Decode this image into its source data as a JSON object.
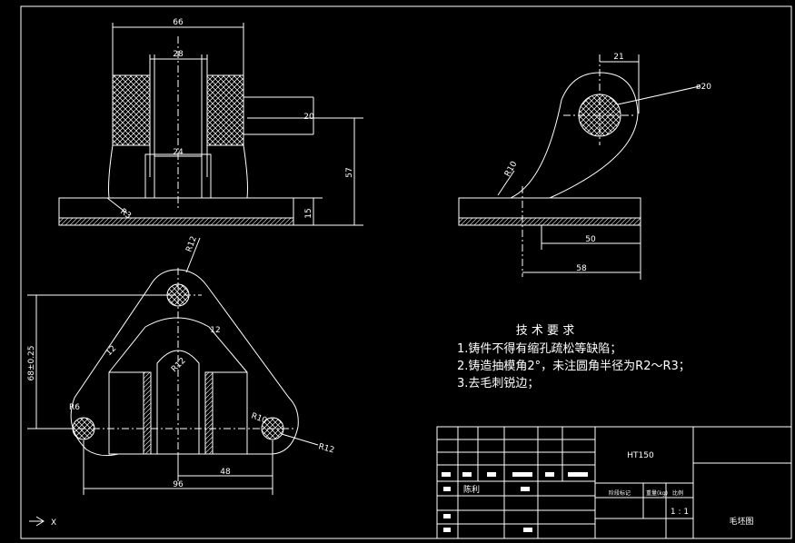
{
  "colors": {
    "background": "#000000",
    "lines": "#ffffff",
    "hatch": "#ffffff"
  },
  "dimensions": {
    "front_width": "66",
    "front_inner": "28",
    "front_boss_height": "20",
    "front_slot": "24",
    "front_total_height": "57",
    "front_base_height": "15",
    "front_fillet": "R3",
    "side_top": "21",
    "side_hole": "ø20",
    "side_fillet": "R10",
    "side_50": "50",
    "side_58": "58",
    "plan_top_radius": "R12",
    "plan_height": "68±0.25",
    "plan_12a": "12",
    "plan_12b": "12",
    "plan_r12_inner": "R12",
    "plan_r6": "R6",
    "plan_r10": "R10",
    "plan_r12_right": "R12",
    "plan_48": "48",
    "plan_96": "96"
  },
  "notes": {
    "title": "技 术 要 求",
    "line1": "1.铸件不得有缩孔疏松等缺陷；",
    "line2": "2.铸造抽模角2°，未注圆角半径为R2～R3；",
    "line3": "3.去毛刺锐边；"
  },
  "title_block": {
    "material": "HT150",
    "designer": "陈利",
    "col_stage": "阶段标记",
    "col_weight": "重量(kg)",
    "col_scale": "比例",
    "scale": "1 : 1",
    "drawing_name": "毛坯图"
  },
  "ucs": {
    "x_label": "X"
  }
}
